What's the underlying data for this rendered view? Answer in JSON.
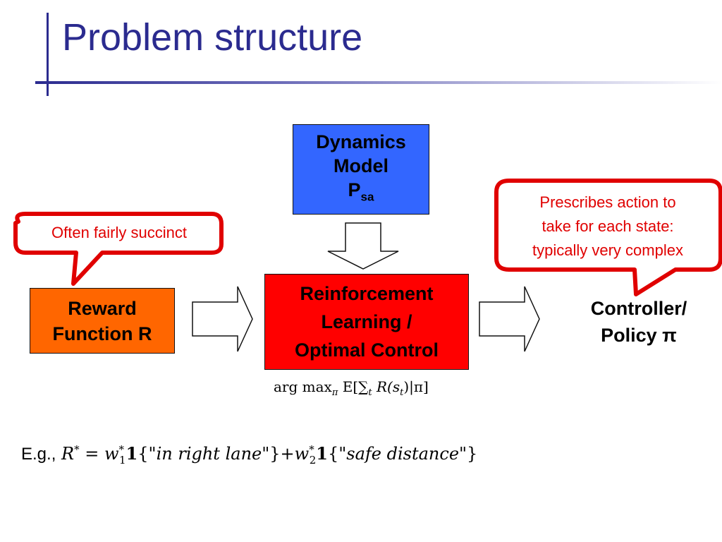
{
  "slide": {
    "title": "Problem structure"
  },
  "diagram": {
    "dynamics": {
      "line1": "Dynamics",
      "line2": "Model",
      "sym": "P",
      "sub": "sa",
      "color": "#3366ff"
    },
    "rl": {
      "line1": "Reinforcement",
      "line2": "Learning /",
      "line3": "Optimal Control",
      "color": "#ff0000"
    },
    "reward": {
      "line1": "Reward",
      "line2": "Function R",
      "color": "#ff6600"
    },
    "controller": {
      "line1": "Controller/",
      "line2": "Policy π"
    },
    "callout_left": {
      "text": "Often fairly succinct",
      "color": "#e00000"
    },
    "callout_right": {
      "line1": "Prescribes action to",
      "line2": "take for each state:",
      "line3": "typically very complex",
      "color": "#e00000"
    }
  },
  "formulas": {
    "objective": {
      "argmax": "arg max",
      "pi_sub": "π",
      "expect": "E[∑",
      "t_sub": "t",
      "body": "R(s",
      "st_sub": "t",
      "tail": ")|π]"
    },
    "example": {
      "eg": "E.g.,",
      "lhs": "R",
      "lhs_sup": "*",
      "eq": "=",
      "w1": "w",
      "w1_sup": "*",
      "w1_sub": "1",
      "ind1": "1",
      "open1": "{\"",
      "text1": "in right lane",
      "close1": "\"}",
      "plus": "+",
      "w2": "w",
      "w2_sup": "*",
      "w2_sub": "2",
      "ind2": "1",
      "open2": "{\"",
      "text2": "safe distance",
      "close2": "\"}"
    }
  }
}
